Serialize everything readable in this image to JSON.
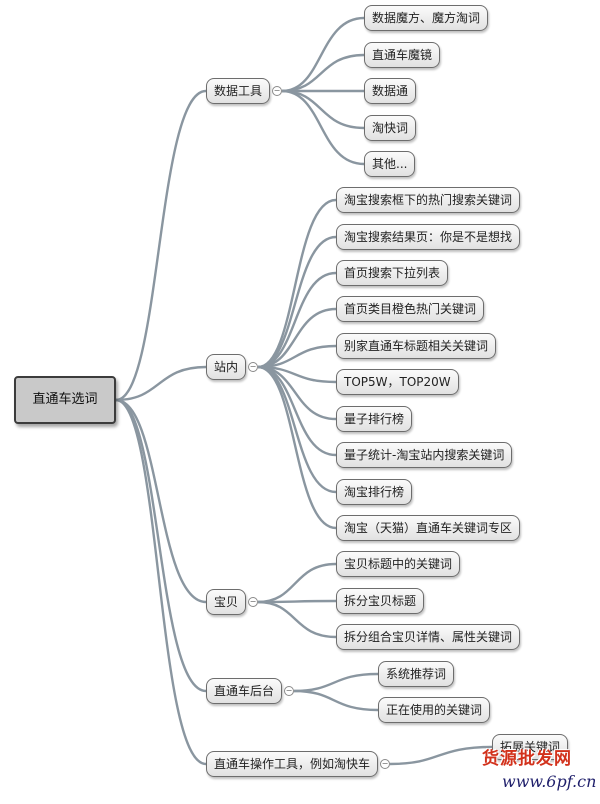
{
  "root": {
    "label": "直通车选词"
  },
  "branches": [
    {
      "label": "数据工具",
      "children": [
        "数据魔方、魔方淘词",
        "直通车魔镜",
        "数据通",
        "淘快词",
        "其他..."
      ]
    },
    {
      "label": "站内",
      "children": [
        "淘宝搜索框下的热门搜索关键词",
        "淘宝搜索结果页：你是不是想找",
        "首页搜索下拉列表",
        "首页类目橙色热门关键词",
        "别家直通车标题相关关键词",
        "TOP5W，TOP20W",
        "量子排行榜",
        "量子统计-淘宝站内搜索关键词",
        "淘宝排行榜",
        "淘宝（天猫）直通车关键词专区"
      ]
    },
    {
      "label": "宝贝",
      "children": [
        "宝贝标题中的关键词",
        "拆分宝贝标题",
        "拆分组合宝贝详情、属性关键词"
      ]
    },
    {
      "label": "直通车后台",
      "children": [
        "系统推荐词",
        "正在使用的关键词"
      ]
    },
    {
      "label": "直通车操作工具，例如淘快车",
      "children": [
        "拓展关键词"
      ]
    }
  ],
  "watermark": {
    "line1": "货源批发网",
    "line2": "www.6pf.cn"
  },
  "colors": {
    "connector": "#8a96a0",
    "node_border": "#6d6d6d",
    "root_fill": "#c9c9c9",
    "watermark_red": "#d2321c",
    "watermark_navy": "#1f1f6b"
  }
}
